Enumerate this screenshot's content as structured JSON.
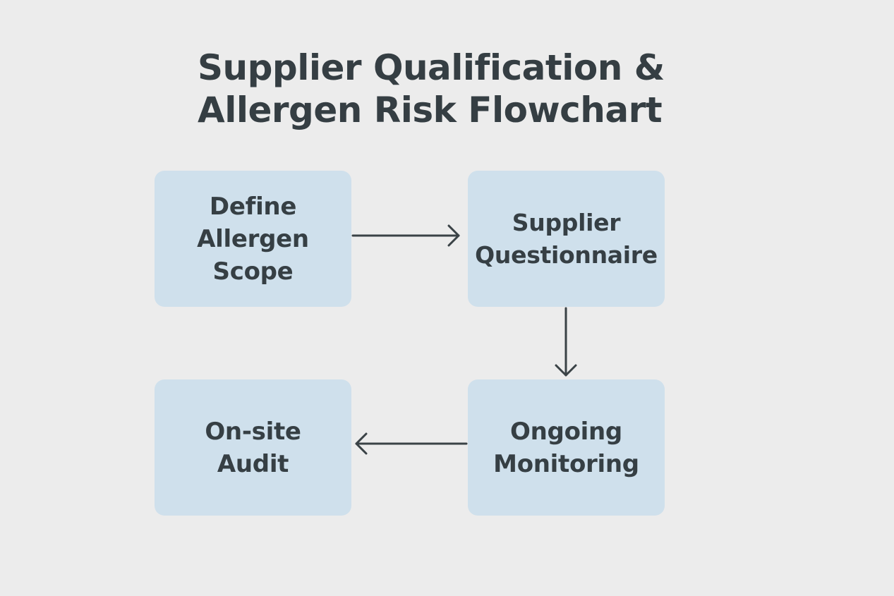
{
  "title": {
    "line1": "Supplier Qualification &",
    "line2": "Allergen Risk Flowchart"
  },
  "nodes": {
    "define_scope": {
      "line1": "Define",
      "line2": "Allergen",
      "line3": "Scope"
    },
    "questionnaire": {
      "line1": "Supplier",
      "line2": "Questionnaire"
    },
    "monitoring": {
      "line1": "Ongoing",
      "line2": "Monitoring"
    },
    "audit": {
      "line1": "On-site",
      "line2": "Audit"
    }
  },
  "edges": [
    {
      "from": "define_scope",
      "to": "questionnaire"
    },
    {
      "from": "questionnaire",
      "to": "monitoring"
    },
    {
      "from": "monitoring",
      "to": "audit"
    }
  ],
  "colors": {
    "background": "#ececec",
    "node_fill": "#cfe0ec",
    "text": "#353e43",
    "arrow": "#3a4246"
  }
}
